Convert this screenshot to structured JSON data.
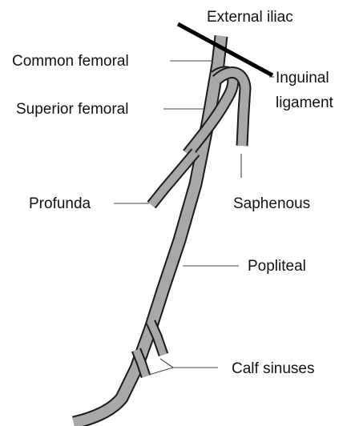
{
  "diagram": {
    "labels": {
      "external_iliac": "External iliac",
      "common_femoral": "Common femoral",
      "inguinal_ligament_line1": "Inguinal",
      "inguinal_ligament_line2": "ligament",
      "superior_femoral": "Superior femoral",
      "profunda": "Profunda",
      "saphenous": "Saphenous",
      "popliteal": "Popliteal",
      "calf_sinuses": "Calf sinuses"
    },
    "colors": {
      "vessel_fill": "#a8a8a8",
      "vessel_outline": "#1a1a1a",
      "text": "#111111",
      "ligament": "#000000"
    }
  }
}
